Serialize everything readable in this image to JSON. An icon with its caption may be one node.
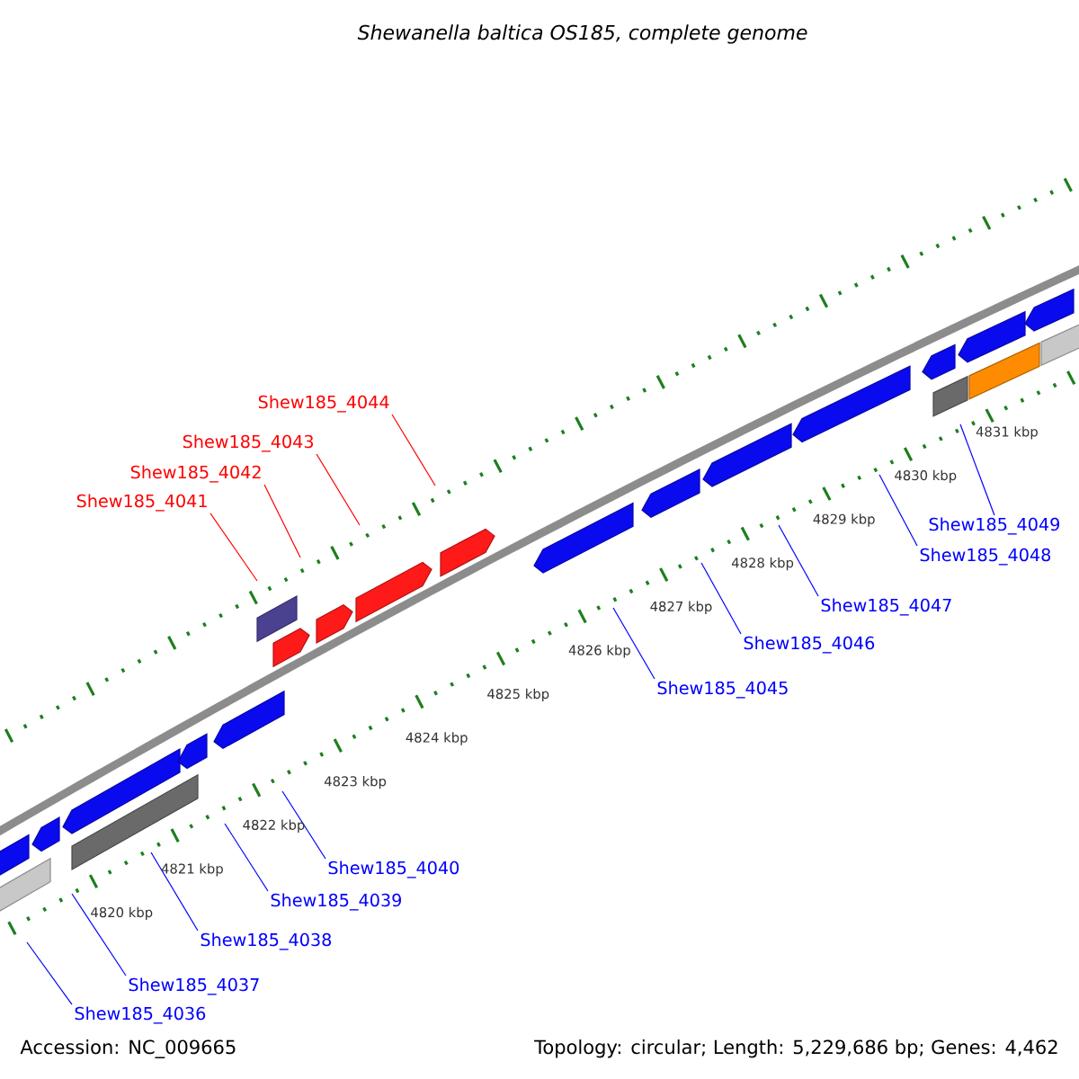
{
  "diagram": {
    "title": "Shewanella baltica OS185, complete genome",
    "nodes": [
      {
        "text": [
          "Shew185_4044"
        ]
      },
      {
        "text": [
          "Shew185_4043"
        ]
      },
      {
        "text": [
          "Shew185_4042"
        ]
      },
      {
        "text": [
          "Shew185_4041"
        ]
      },
      {
        "text": [
          "Shew185_4049"
        ]
      },
      {
        "text": [
          "Shew185_4048"
        ]
      },
      {
        "text": [
          "Shew185_4047"
        ]
      },
      {
        "text": [
          "Shew185_4046"
        ]
      },
      {
        "text": [
          "Shew185_4045"
        ]
      },
      {
        "text": [
          "Shew185_4040"
        ]
      },
      {
        "text": [
          "Shew185_4039"
        ]
      },
      {
        "text": [
          "Shew185_4038"
        ]
      },
      {
        "text": [
          "Shew185_4037"
        ]
      },
      {
        "text": [
          "Shew185_4036"
        ]
      }
    ],
    "edges": [
      {
        "from": 0,
        "to": null,
        "arrow": "none",
        "color": "#ff0000"
      },
      {
        "from": 1,
        "to": null,
        "arrow": "none",
        "color": "#ff0000"
      },
      {
        "from": 2,
        "to": null,
        "arrow": "none",
        "color": "#ff0000"
      },
      {
        "from": 3,
        "to": null,
        "arrow": "none",
        "color": "#ff0000"
      },
      {
        "from": 4,
        "to": null,
        "arrow": "none"
      },
      {
        "from": 5,
        "to": null,
        "arrow": "none"
      },
      {
        "from": 6,
        "to": null,
        "arrow": "none"
      },
      {
        "from": 7,
        "to": null,
        "arrow": "none"
      },
      {
        "from": 8,
        "to": null,
        "arrow": "none"
      },
      {
        "from": 9,
        "to": null,
        "arrow": "none"
      },
      {
        "from": 10,
        "to": null,
        "arrow": "none"
      },
      {
        "from": 11,
        "to": null,
        "arrow": "none"
      },
      {
        "from": 12,
        "to": null,
        "arrow": "none"
      },
      {
        "from": 13,
        "to": null,
        "arrow": "none"
      }
    ],
    "labels": [
      "4831 kbp",
      "4830 kbp",
      "4829 kbp",
      "4828 kbp",
      "4827 kbp",
      "4826 kbp",
      "4825 kbp",
      "4824 kbp",
      "4823 kbp",
      "4822 kbp",
      "4821 kbp",
      "4820 kbp",
      "Accession: NC_009665",
      "Topology: circular; Length: 5,229,686 bp; Genes: 4,462"
    ]
  }
}
